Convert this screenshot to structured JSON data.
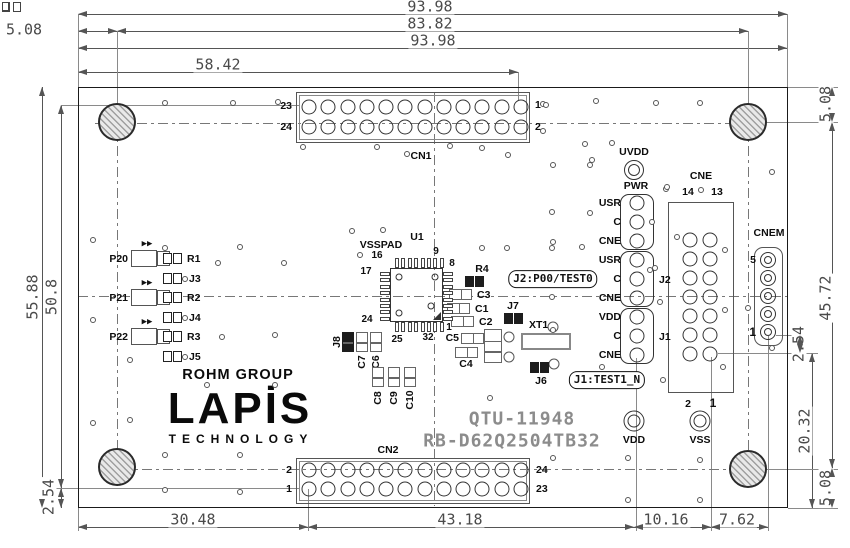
{
  "silkscreen": {
    "rohm_group": "ROHM GROUP",
    "lapis": "LAPİS",
    "technology": "TECHNOLOGY",
    "model_no": "QTU-11948",
    "board_no": "RB-D62Q2504TB32"
  },
  "dimensions": {
    "top1": "93.98",
    "top2": "83.82",
    "top3": "93.98",
    "top4": "58.42",
    "top_left_offset": "5.08",
    "left_height": "55.88",
    "left_inner": "50.8",
    "bottom_left_offset": "2.54",
    "bottom1": "30.48",
    "bottom2": "43.18",
    "bottom3": "10.16",
    "bottom4": "7.62",
    "right_top_offset": "5.08",
    "right_holes_span": "45.72",
    "right_pin_offset": "2.54",
    "right_inner": "20.32",
    "right_bottom_offset": "5.08"
  },
  "connectors": {
    "cn1": {
      "name": "CN1",
      "cols": 12,
      "rows": 2,
      "top_left_pin": "23",
      "bottom_left_pin": "24",
      "top_right_pin": "1",
      "bottom_right_pin": "2"
    },
    "cn2": {
      "name": "CN2",
      "cols": 12,
      "rows": 2,
      "top_left_pin": "2",
      "bottom_left_pin": "1",
      "top_right_pin": "24",
      "bottom_right_pin": "23"
    },
    "cne": {
      "name": "CNE",
      "cols": 2,
      "rows": 7,
      "left_col_pin": "14",
      "right_col_pin": "13",
      "bottom_left_pin": "2",
      "bottom_right_pin": "1"
    },
    "cnem": {
      "name": "CNEM",
      "pins": 5,
      "top_pin": "5",
      "bottom_pin": "1"
    }
  },
  "header": {
    "uvdd": "UVDD",
    "pwr": "PWR",
    "pin_labels": [
      "USR",
      "C",
      "CNE",
      "USR",
      "C",
      "CNE",
      "VDD",
      "C",
      "CNE"
    ],
    "j2": "J2",
    "j1": "J1",
    "j2_note": "J2:P00/TEST0",
    "j1_note": "J1:TEST1_N"
  },
  "pads": {
    "vdd": "VDD",
    "vss": "VSS"
  },
  "ic": {
    "ref": "U1",
    "vsspad": "VSSPAD",
    "pins": {
      "p16": "16",
      "p9": "9",
      "p17": "17",
      "p8": "8",
      "p24": "24",
      "p1": "1",
      "p25": "25",
      "p32": "32"
    }
  },
  "left_block": {
    "ports": [
      "P20",
      "P21",
      "P22"
    ],
    "resistors": [
      "R1",
      "R2",
      "R3"
    ],
    "jumpers": [
      "J3",
      "J4",
      "J5"
    ]
  },
  "components": {
    "r4": "R4",
    "c1": "C1",
    "c2": "C2",
    "c3": "C3",
    "c4": "C4",
    "c5": "C5",
    "c6": "C6",
    "c7": "C7",
    "c8": "C8",
    "c9": "C9",
    "c10": "C10",
    "j6": "J6",
    "j7": "J7",
    "j8": "J8",
    "xt1": "XT1"
  }
}
